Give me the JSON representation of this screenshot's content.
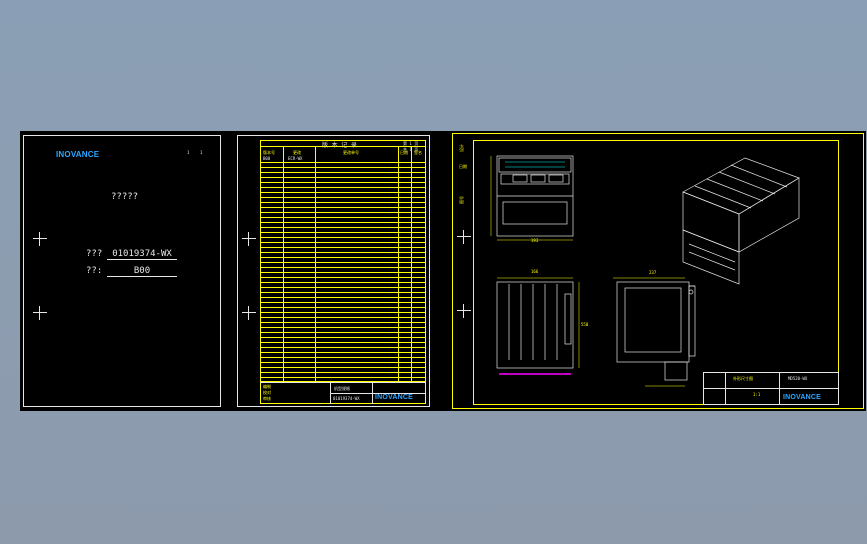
{
  "sheet1": {
    "logo": "INOVANCE",
    "page_marks": [
      "1",
      "1"
    ],
    "doc_title": "?????",
    "code_label": "???",
    "code_value": "01019374-WX",
    "version_label": "??:",
    "version_value": "B00"
  },
  "sheet2": {
    "header_title": "版 本 记 录",
    "header_right": "第 1 页",
    "header_right2": "共 1 页",
    "col_headers": [
      "版本号",
      "更改",
      "更改单号",
      "日期",
      "签名"
    ],
    "first_row": [
      "B00",
      "ECR-WX",
      "",
      "",
      ""
    ],
    "title_block_name": "机型规格",
    "title_block_code": "01019374-WX",
    "logo": "INOVANCE",
    "rev_labels": [
      "编制",
      "校对",
      "审核"
    ]
  },
  "sheet3": {
    "logo": "INOVANCE",
    "left_labels": [
      "设计",
      "图号",
      "日期"
    ],
    "tb_name": "外形尺寸图",
    "tb_scale": "1:1",
    "tb_model": "MD520-WX",
    "dims": [
      "193",
      "550",
      "166",
      "237"
    ]
  },
  "colors": {
    "background": "#8a9fb5",
    "canvas": "#000000",
    "frame_white": "#e6e6e6",
    "frame_yellow": "#ffff00",
    "logo_blue": "#2ea7ff",
    "magenta": "#ff00ff"
  },
  "icons": [
    "crosshair-icon"
  ]
}
